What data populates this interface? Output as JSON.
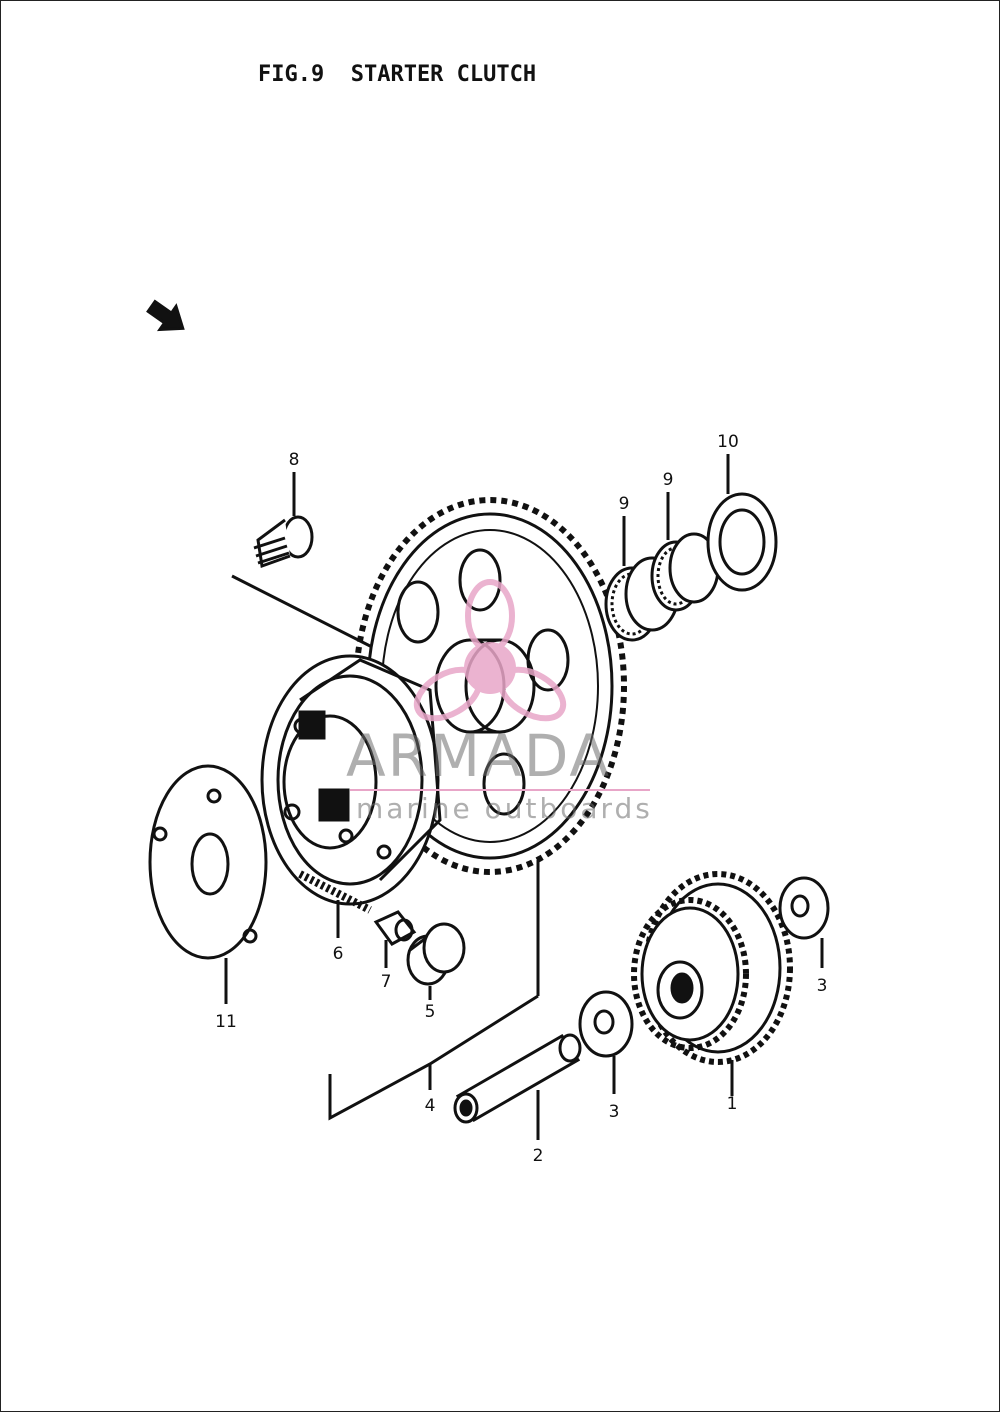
{
  "figure": {
    "title": "FIG.9  STARTER CLUTCH"
  },
  "watermark": {
    "name": "ARMADA",
    "subtitle": "marine outboards",
    "logo_color": "#e8a6c8"
  },
  "callouts": [
    "1",
    "2",
    "3",
    "3",
    "4",
    "5",
    "6",
    "7",
    "8",
    "9",
    "9",
    "10",
    "11"
  ],
  "colors": {
    "ink": "#111111",
    "paper": "#ffffff"
  }
}
